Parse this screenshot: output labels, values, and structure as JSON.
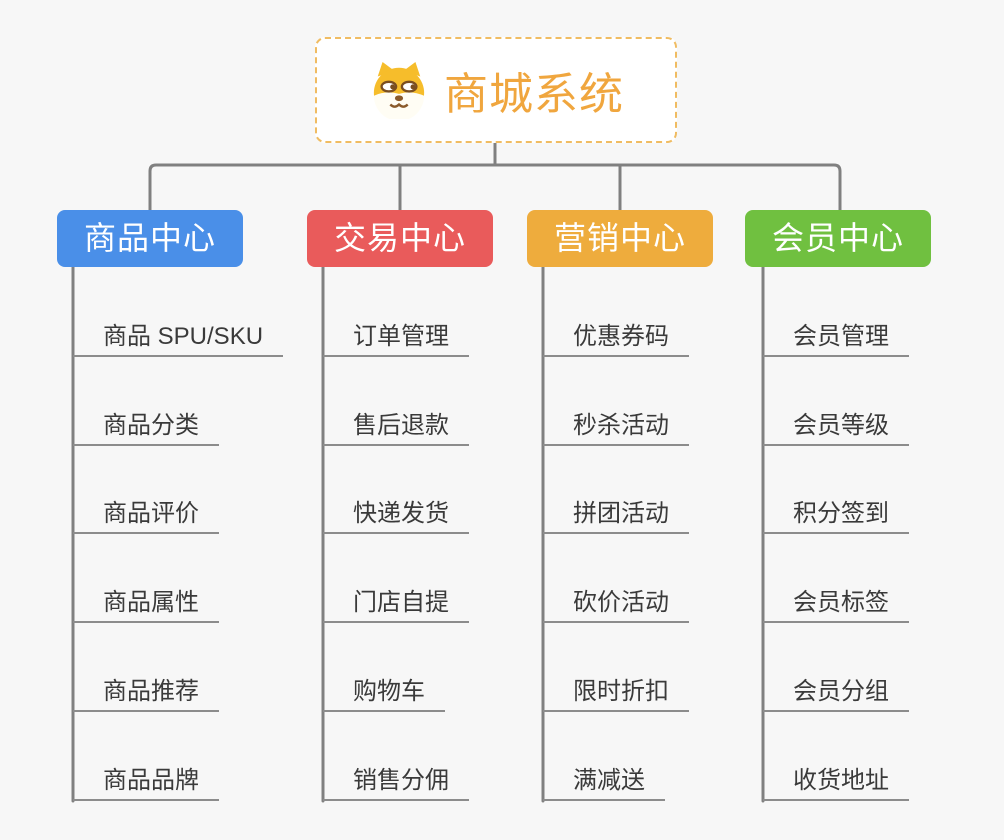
{
  "root": {
    "title": "商城系统",
    "icon": "shiba-dog-icon"
  },
  "branches": [
    {
      "label": "商品中心",
      "color": "#4a8fe8",
      "items": [
        "商品 SPU/SKU",
        "商品分类",
        "商品评价",
        "商品属性",
        "商品推荐",
        "商品品牌"
      ]
    },
    {
      "label": "交易中心",
      "color": "#e95b5b",
      "items": [
        "订单管理",
        "售后退款",
        "快递发货",
        "门店自提",
        "购物车",
        "销售分佣"
      ]
    },
    {
      "label": "营销中心",
      "color": "#eeac3d",
      "items": [
        "优惠券码",
        "秒杀活动",
        "拼团活动",
        "砍价活动",
        "限时折扣",
        "满减送"
      ]
    },
    {
      "label": "会员中心",
      "color": "#70c040",
      "items": [
        "会员管理",
        "会员等级",
        "积分签到",
        "会员标签",
        "会员分组",
        "收货地址"
      ]
    }
  ],
  "colors": {
    "background": "#f7f7f7",
    "connector_line": "#808080",
    "leaf_underline": "#8c8c8c",
    "leaf_text": "#3a3a3a",
    "root_border": "#f0bc62",
    "root_title": "#f0a63e"
  }
}
